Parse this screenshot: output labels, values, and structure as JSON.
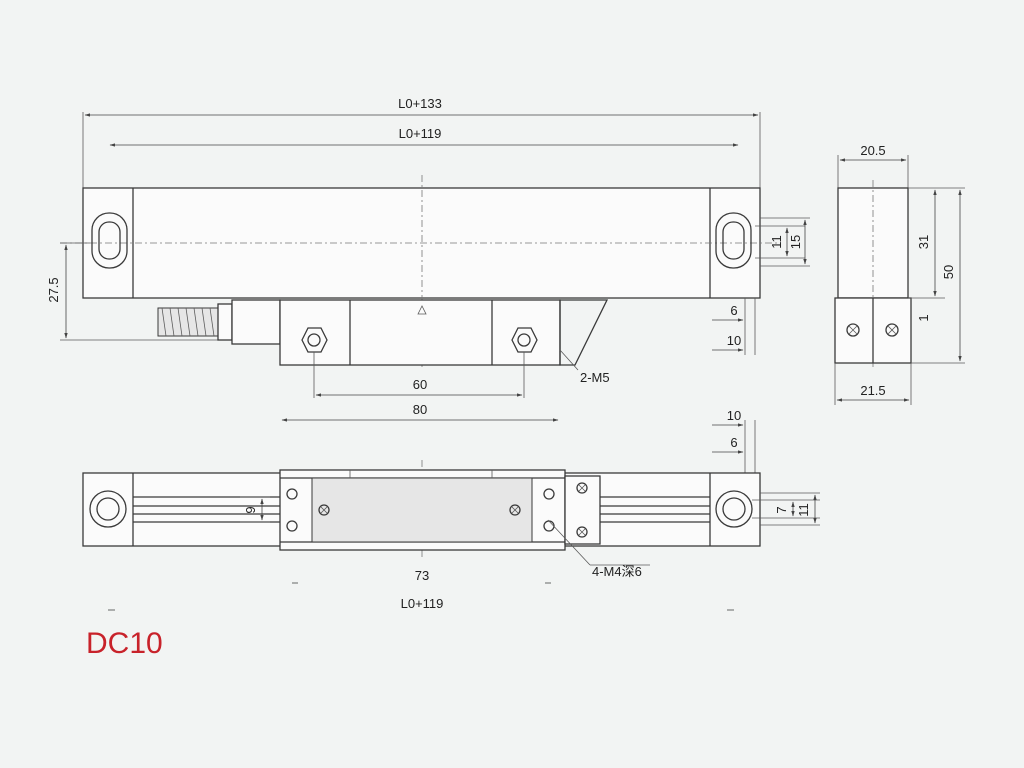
{
  "title": {
    "text": "DC10",
    "color": "#c8222a"
  },
  "top_view": {
    "overall_length": "L0+133",
    "mount_pitch": "L0+119",
    "height_27_5": "27.5",
    "slot_11": "11",
    "slot_15": "15",
    "dim_6": "6",
    "dim_10": "10",
    "reader_60": "60",
    "reader_80": "80",
    "thread_note": "2-M5"
  },
  "side_view": {
    "width_top": "20.5",
    "width_bottom": "21.5",
    "height_31": "31",
    "height_50": "50",
    "gap_1": "1"
  },
  "bottom_view": {
    "dim_10": "10",
    "dim_6": "6",
    "dim_7": "7",
    "dim_11": "11",
    "dim_9": "9",
    "dim_73": "73",
    "mount_pitch": "L0+119",
    "thread_note": "4-M4深6"
  },
  "colors": {
    "line": "#3a3a3a",
    "background": "#f2f4f3",
    "title": "#c8222a"
  }
}
